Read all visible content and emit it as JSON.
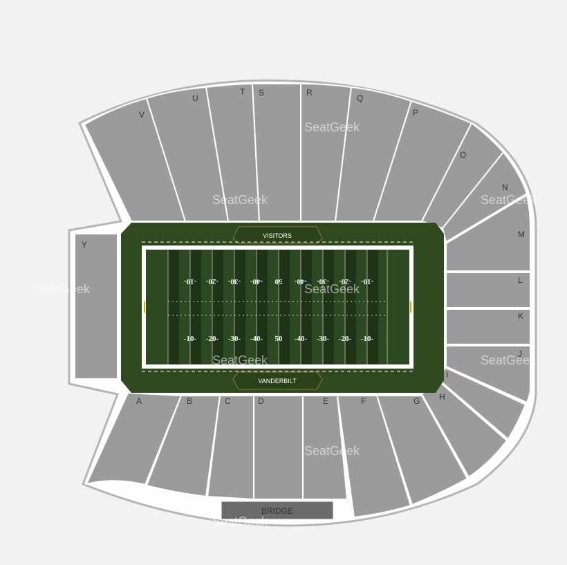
{
  "sections": {
    "A": "A",
    "B": "B",
    "C": "C",
    "D": "D",
    "E": "E",
    "F": "F",
    "G": "G",
    "H": "H",
    "I": "I",
    "J": "J",
    "K": "K",
    "L": "L",
    "M": "M",
    "N": "N",
    "O": "O",
    "P": "P",
    "Q": "Q",
    "R": "R",
    "S": "S",
    "T": "T",
    "U": "U",
    "V": "V",
    "Y": "Y"
  },
  "bridge_label": "BRIDGE",
  "top_bench_label": "VISITORS",
  "bottom_bench_label": "VANDERBILT",
  "watermark": "SeatGeek",
  "yard_labels_top": [
    "-10-",
    "-20-",
    "-30-",
    "-40-",
    "50",
    "-40-",
    "-30-",
    "-20-",
    "-10-"
  ],
  "yard_labels_bottom": [
    "-10-",
    "-20-",
    "-30-",
    "-40-",
    "50",
    "-40-",
    "-30-",
    "-20-",
    "-10-"
  ],
  "colors": {
    "seat_section": "#9b9b9b",
    "field_surround": "#2f4a1f",
    "field_turf": "#1f3318",
    "bridge": "#6b6b6b"
  }
}
